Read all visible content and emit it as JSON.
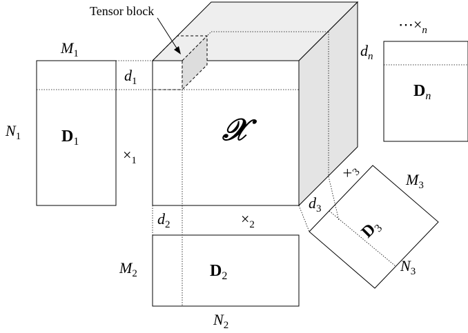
{
  "annotation": {
    "tensor_block": "Tensor block"
  },
  "tensor": {
    "symbol": "𝒳"
  },
  "mode1": {
    "matrix": {
      "letter": "D",
      "sub": "1"
    },
    "rows": {
      "letter": "N",
      "sub": "1"
    },
    "cols": {
      "letter": "M",
      "sub": "1"
    },
    "block": {
      "letter": "d",
      "sub": "1"
    },
    "product": {
      "op": "×",
      "sub": "1"
    }
  },
  "mode2": {
    "matrix": {
      "letter": "D",
      "sub": "2"
    },
    "rows": {
      "letter": "M",
      "sub": "2"
    },
    "cols": {
      "letter": "N",
      "sub": "2"
    },
    "block": {
      "letter": "d",
      "sub": "2"
    },
    "product": {
      "op": "×",
      "sub": "2"
    }
  },
  "mode3": {
    "matrix": {
      "letter": "D",
      "sub": "3"
    },
    "rows": {
      "letter": "N",
      "sub": "3"
    },
    "cols": {
      "letter": "M",
      "sub": "3"
    },
    "block": {
      "letter": "d",
      "sub": "3"
    },
    "product": {
      "op": "×",
      "sub": "3"
    }
  },
  "moden": {
    "matrix": {
      "letter": "D",
      "sub": "n"
    },
    "block": {
      "letter": "d",
      "sub": "n"
    },
    "product": {
      "prefix": "⋯",
      "op": "×",
      "sub": "n"
    }
  },
  "colors": {
    "stroke": "#000000",
    "face_top": "#eeeeee",
    "face_side": "#e4e4e4",
    "block_side": "#dddddd"
  }
}
